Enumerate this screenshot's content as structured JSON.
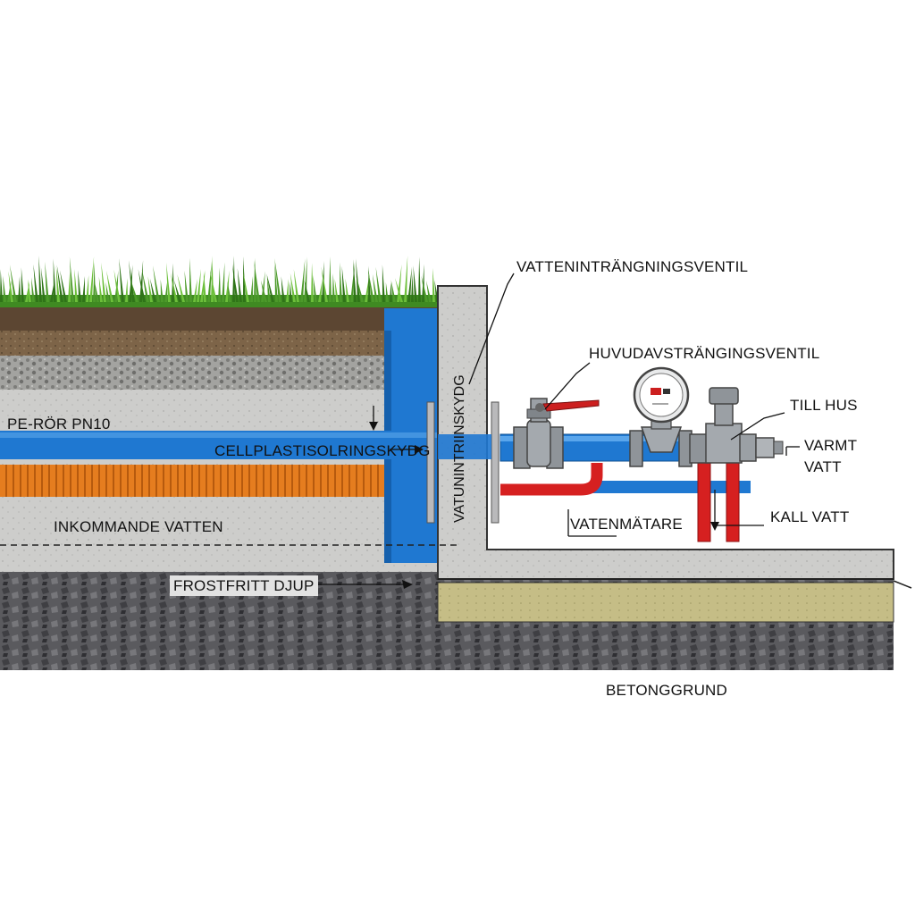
{
  "labels": {
    "vatteninträngningsventil": "VATTENINTRÄNGNINGSVENTIL",
    "huvudavstängningsventil": "HUVUDAVSTRÄNGINGSVENTIL",
    "till_hus": "TILL HUS",
    "varmt_vatt_line1": "VARMT",
    "varmt_vatt_line2": "VATT",
    "kall_vatt": "KALL VATT",
    "vatenmätare": "VATENMÄTARE",
    "pe_ror": "PE-RÖR PN10",
    "cellplast": "CELLPLASTISOLRINGSKYDG",
    "inkommande_vatten": "INKOMMANDE VATTEN",
    "frostfritt_djup": "FROSTFRITT DJUP",
    "betonggrund": "BETONGGRUND",
    "wall_vertical": "VATUNINTRIINSKYDG"
  },
  "meter_display": "-- ■",
  "colors": {
    "grass": "#4c9a2a",
    "topsoil": "#5c4a35",
    "gravel": "#9a9a96",
    "concrete": "#c9c9c7",
    "pipe_blue": "#1f78d1",
    "insulation_orange": "#e27a1d",
    "hot_red": "#d62020",
    "base_rock": "#55555a",
    "sand_layer": "#c7c08c",
    "valve_steel": "#8f9499",
    "valve_handle": "#cc1f1f"
  }
}
